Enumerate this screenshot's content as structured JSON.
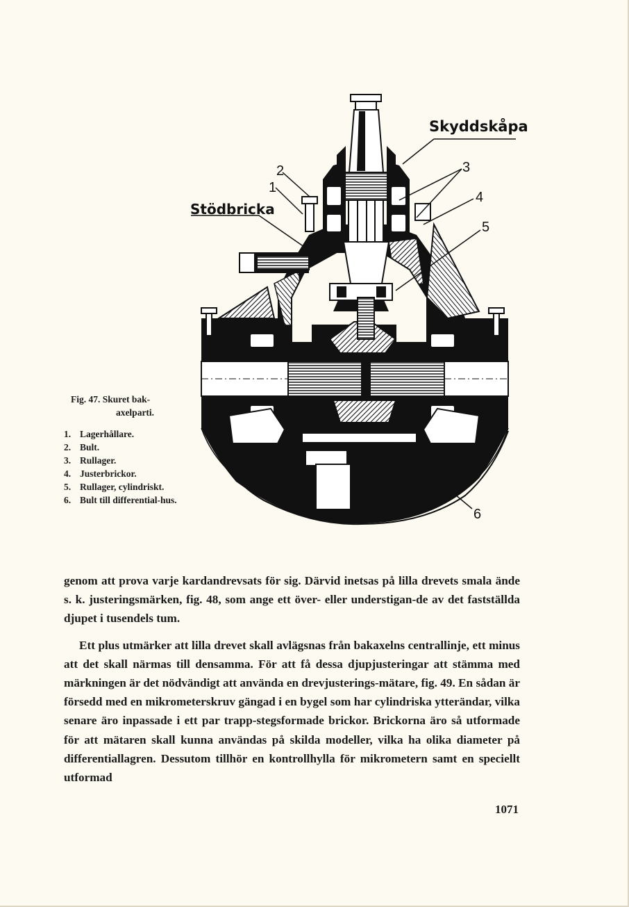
{
  "figure": {
    "labels": {
      "skyddskapa": "Skyddskåpa",
      "stodbricka": "Stödbricka",
      "n1": "1",
      "n2": "2",
      "n3": "3",
      "n4": "4",
      "n5": "5",
      "n6": "6"
    }
  },
  "caption": {
    "title_line1": "Fig. 47. Skuret bak-",
    "title_line2": "axelparti.",
    "items": [
      {
        "n": "1.",
        "t": "Lagerhållare."
      },
      {
        "n": "2.",
        "t": "Bult."
      },
      {
        "n": "3.",
        "t": "Rullager."
      },
      {
        "n": "4.",
        "t": "Justerbrickor."
      },
      {
        "n": "5.",
        "t": "Rullager, cylindriskt."
      },
      {
        "n": "6.",
        "t": "Bult till differential-hus."
      }
    ]
  },
  "body": {
    "p1": "genom att prova varje kardandrevsats för sig. Därvid inetsas på lilla drevets smala ände s. k. justeringsmärken, fig. 48, som ange ett över- eller understigan-de av det fastställda djupet i tusendels tum.",
    "p2": "Ett plus utmärker att lilla drevet skall avlägsnas från bakaxelns centrallinje, ett minus att det skall närmas till densamma. För att få dessa djupjusteringar att stämma med märkningen är det nödvändigt att använda en drevjusterings-mätare, fig. 49. En sådan är försedd med en mikrometerskruv gängad i en bygel som har cylindriska ytterändar, vilka senare äro inpassade i ett par trapp-stegsformade brickor. Brickorna äro så utformade för att mätaren skall kunna användas på skilda modeller, vilka ha olika diameter på differentiallagren. Dessutom tillhör en kontrollhylla för mikrometern samt en speciellt utformad"
  },
  "page_number": "1071"
}
